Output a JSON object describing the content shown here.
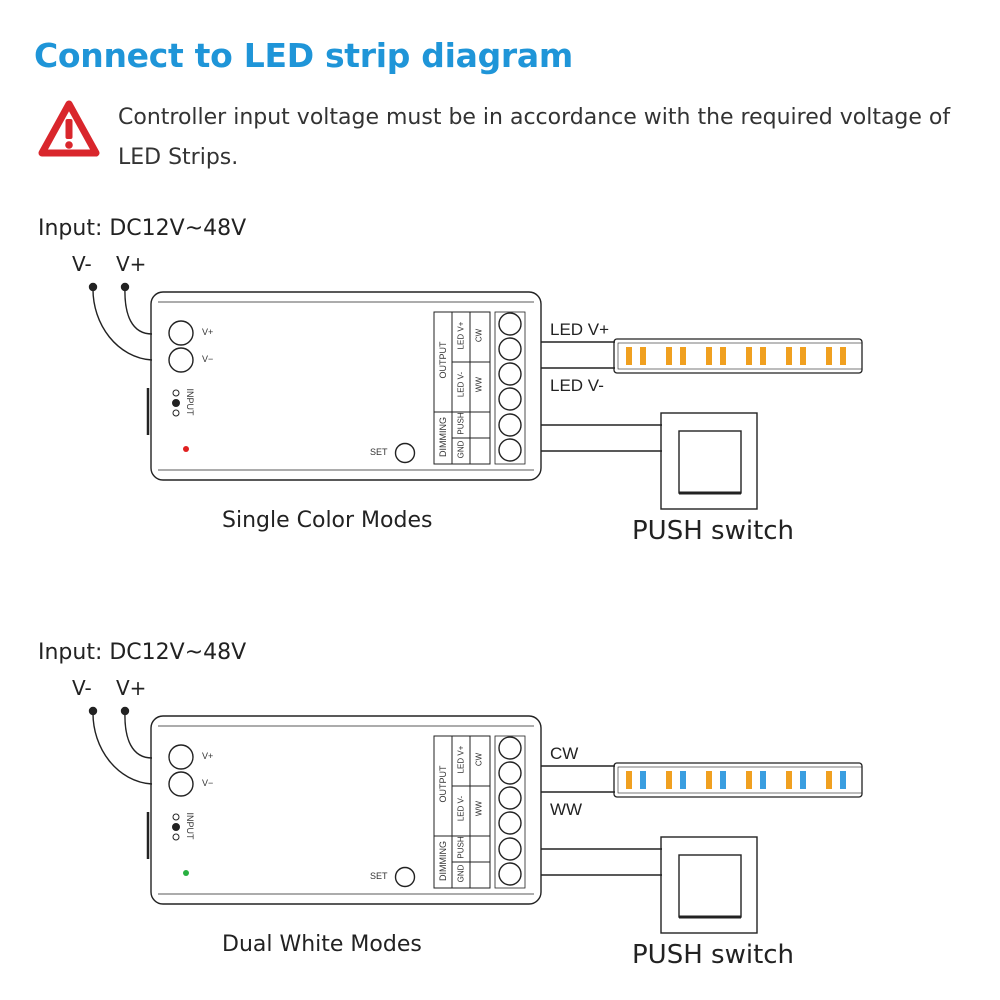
{
  "title": "Connect to LED strip diagram",
  "warning": {
    "icon": "warning-triangle-icon",
    "text": "Controller input voltage must be in accordance with the required voltage of LED Strips."
  },
  "diagrams": [
    {
      "input_label": "Input: DC12V~48V",
      "v_minus": "V-",
      "v_plus": "V+",
      "port_vplus": "V+",
      "port_vminus": "V−",
      "input_text": "INPUT",
      "output_text": "OUTPUT",
      "dimming_text": "DIMMING",
      "led_vplus": "LED V+",
      "led_vminus": "LED V-",
      "cw": "CW",
      "ww": "WW",
      "gnd": "GND",
      "push_pin": "PUSH",
      "set": "SET",
      "channel_top": "LED V+",
      "channel_bottom": "LED V-",
      "indicator_color": "#e02020",
      "strip_colors": [
        "#f0a020",
        "#f0a020"
      ],
      "mode_label": "Single Color Modes",
      "switch_label": "PUSH switch"
    },
    {
      "input_label": "Input: DC12V~48V",
      "v_minus": "V-",
      "v_plus": "V+",
      "port_vplus": "V+",
      "port_vminus": "V−",
      "input_text": "INPUT",
      "output_text": "OUTPUT",
      "dimming_text": "DIMMING",
      "led_vplus": "LED V+",
      "led_vminus": "LED V-",
      "cw": "CW",
      "ww": "WW",
      "gnd": "GND",
      "push_pin": "PUSH",
      "set": "SET",
      "channel_top": "CW",
      "channel_bottom": "WW",
      "indicator_color": "#28b040",
      "strip_colors": [
        "#f0a020",
        "#3a9ee0"
      ],
      "mode_label": "Dual White Modes",
      "switch_label": "PUSH switch"
    }
  ]
}
